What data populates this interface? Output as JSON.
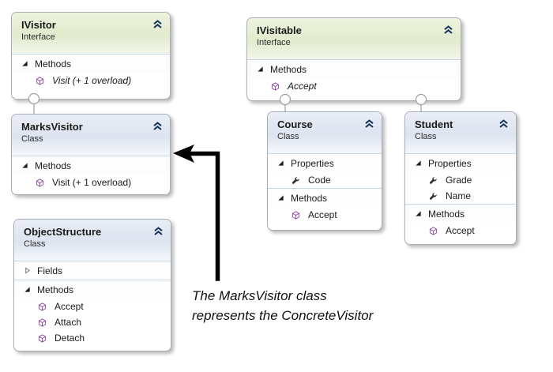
{
  "diagram": {
    "boxes": [
      {
        "id": "ivisitor",
        "title": "IVisitor",
        "stereotype": "Interface",
        "kind": "interface",
        "sections": [
          {
            "label": "Methods",
            "state": "expanded",
            "members": [
              {
                "label": "Visit (+ 1 overload)",
                "icon": "method-icon",
                "italic": true
              }
            ]
          }
        ]
      },
      {
        "id": "ivisitable",
        "title": "IVisitable",
        "stereotype": "Interface",
        "kind": "interface",
        "sections": [
          {
            "label": "Methods",
            "state": "expanded",
            "members": [
              {
                "label": "Accept",
                "icon": "method-icon",
                "italic": true
              }
            ]
          }
        ]
      },
      {
        "id": "marksvisitor",
        "title": "MarksVisitor",
        "stereotype": "Class",
        "kind": "class",
        "sections": [
          {
            "label": "Methods",
            "state": "expanded",
            "members": [
              {
                "label": "Visit (+ 1 overload)",
                "icon": "method-icon",
                "italic": false
              }
            ]
          }
        ]
      },
      {
        "id": "course",
        "title": "Course",
        "stereotype": "Class",
        "kind": "class",
        "sections": [
          {
            "label": "Properties",
            "state": "expanded",
            "members": [
              {
                "label": "Code",
                "icon": "property-icon",
                "italic": false
              }
            ]
          },
          {
            "label": "Methods",
            "state": "expanded",
            "members": [
              {
                "label": "Accept",
                "icon": "method-icon",
                "italic": false
              }
            ]
          }
        ]
      },
      {
        "id": "student",
        "title": "Student",
        "stereotype": "Class",
        "kind": "class",
        "sections": [
          {
            "label": "Properties",
            "state": "expanded",
            "members": [
              {
                "label": "Grade",
                "icon": "property-icon",
                "italic": false
              },
              {
                "label": "Name",
                "icon": "property-icon",
                "italic": false
              }
            ]
          },
          {
            "label": "Methods",
            "state": "expanded",
            "members": [
              {
                "label": "Accept",
                "icon": "method-icon",
                "italic": false
              }
            ]
          }
        ]
      },
      {
        "id": "objectstructure",
        "title": "ObjectStructure",
        "stereotype": "Class",
        "kind": "class",
        "sections": [
          {
            "label": "Fields",
            "state": "collapsed",
            "members": []
          },
          {
            "label": "Methods",
            "state": "expanded",
            "members": [
              {
                "label": "Accept",
                "icon": "method-icon",
                "italic": false
              },
              {
                "label": "Attach",
                "icon": "method-icon",
                "italic": false
              },
              {
                "label": "Detach",
                "icon": "method-icon",
                "italic": false
              }
            ]
          }
        ]
      }
    ],
    "annotation": {
      "line1": "The MarksVisitor class",
      "line2": "represents the ConcreteVisitor"
    },
    "colors": {
      "interface_header": "#e2ebcd",
      "class_header": "#dde4f0",
      "box_border": "#a9aeb4",
      "connector": "#9aa0a6",
      "method_icon": "#8a4a9b",
      "property_icon": "#2f2f2f",
      "chevron_icon": "#16325c",
      "annotation_arrow": "#000000"
    }
  }
}
